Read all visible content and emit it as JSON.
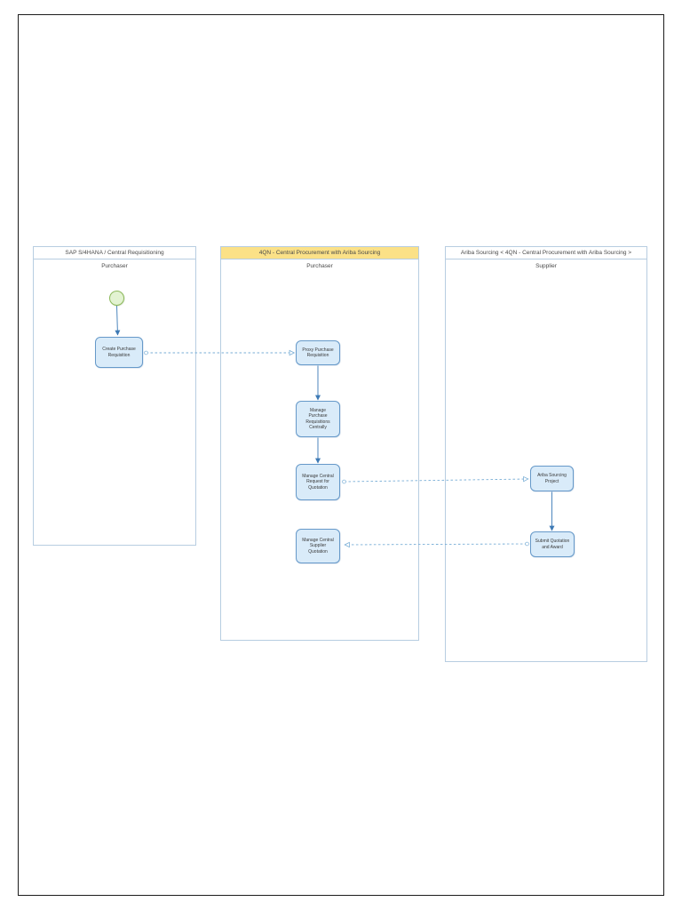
{
  "diagram": {
    "type": "bpmn-process-flow",
    "pools": [
      {
        "title": "SAP S/4HANA / Central Requisitioning",
        "lane": "Purchaser",
        "header_bg": "#ffffff"
      },
      {
        "title": "4QN - Central Procurement with Ariba Sourcing",
        "lane": "Purchaser",
        "header_bg": "#fbe187"
      },
      {
        "title": "Ariba Sourcing < 4QN - Central Procurement with Ariba Sourcing >",
        "lane": "Supplier",
        "header_bg": "#ffffff"
      }
    ],
    "start_event": {
      "name": "start-event",
      "pool": "SAP S/4HANA / Central Requisitioning"
    },
    "tasks": [
      {
        "label": "Create Purchase\nRequisition",
        "pool": "SAP S/4HANA / Central Requisitioning"
      },
      {
        "label": "Proxy Purchase\nRequisition",
        "pool": "4QN - Central Procurement with Ariba Sourcing"
      },
      {
        "label": "Manage\nPurchase\nRequisitions\nCentrally",
        "pool": "4QN - Central Procurement with Ariba Sourcing"
      },
      {
        "label": "Manage Central\nRequest for\nQuotation",
        "pool": "4QN - Central Procurement with Ariba Sourcing"
      },
      {
        "label": "Manage Central\nSupplier\nQuotation",
        "pool": "4QN - Central Procurement with Ariba Sourcing"
      },
      {
        "label": "Ariba Sourcing\nProject",
        "pool": "Ariba Sourcing < 4QN - Central Procurement with Ariba Sourcing >"
      },
      {
        "label": "Submit Quotation\nand Award",
        "pool": "Ariba Sourcing < 4QN - Central Procurement with Ariba Sourcing >"
      }
    ],
    "flows": [
      {
        "type": "sequence",
        "from": "start-event",
        "to": "Create Purchase Requisition"
      },
      {
        "type": "message",
        "from": "Create Purchase Requisition",
        "to": "Proxy Purchase Requisition"
      },
      {
        "type": "sequence",
        "from": "Proxy Purchase Requisition",
        "to": "Manage Purchase Requisitions Centrally"
      },
      {
        "type": "sequence",
        "from": "Manage Purchase Requisitions Centrally",
        "to": "Manage Central Request for Quotation"
      },
      {
        "type": "message",
        "from": "Manage Central Request for Quotation",
        "to": "Ariba Sourcing Project"
      },
      {
        "type": "sequence",
        "from": "Ariba Sourcing Project",
        "to": "Submit Quotation and Award"
      },
      {
        "type": "message",
        "from": "Submit Quotation and Award",
        "to": "Manage Central Supplier Quotation"
      }
    ],
    "colors": {
      "task_fill": "#d9ebf9",
      "task_border": "#6699c9",
      "pool_border": "#b7cde1",
      "highlight_header": "#fbe187",
      "start_event_fill": "#e3f3d2",
      "start_event_border": "#8db95b",
      "sequence_flow": "#3e7ab5",
      "message_flow": "#79aed6",
      "page_border": "#1c1c1c"
    }
  }
}
